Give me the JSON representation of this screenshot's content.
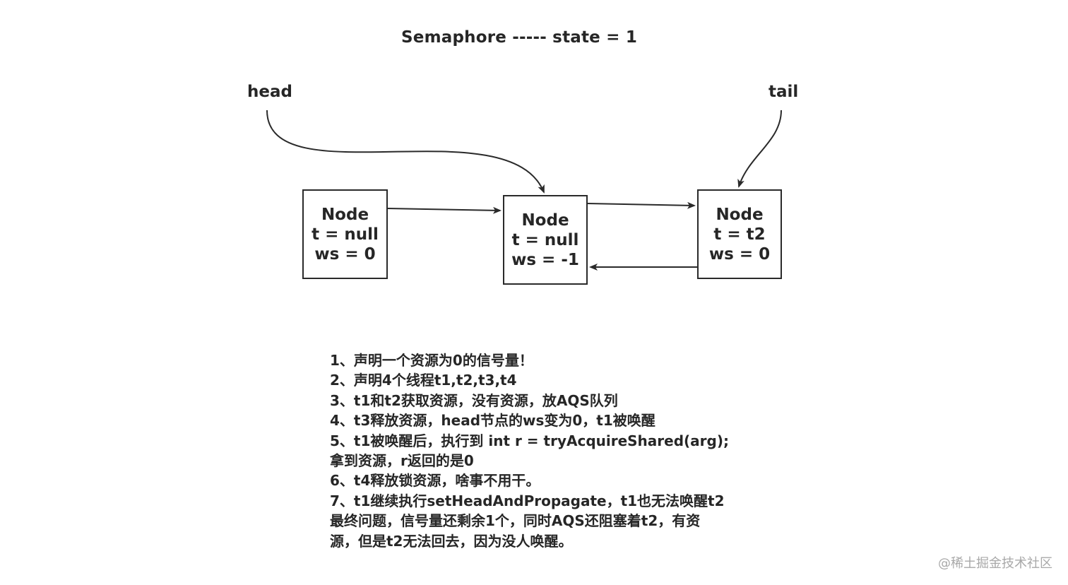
{
  "title": "Semaphore ----- state = 1",
  "pointers": {
    "head": "head",
    "tail": "tail"
  },
  "nodes": [
    {
      "label": "Node",
      "thread": "t = null",
      "ws": "ws = 0"
    },
    {
      "label": "Node",
      "thread": "t = null",
      "ws": "ws = -1"
    },
    {
      "label": "Node",
      "thread": "t = t2",
      "ws": "ws = 0"
    }
  ],
  "notes": [
    "1、声明一个资源为0的信号量！",
    "2、声明4个线程t1,t2,t3,t4",
    "3、t1和t2获取资源，没有资源，放AQS队列",
    "4、t3释放资源，head节点的ws变为0，t1被唤醒",
    "5、t1被唤醒后，执行到 int r = tryAcquireShared(arg);",
    "拿到资源，r返回的是0",
    "6、t4释放锁资源，啥事不用干。",
    "7、t1继续执行setHeadAndPropagate，t1也无法唤醒t2",
    "最终问题，信号量还剩余1个，同时AQS还阻塞着t2，有资",
    "源，但是t2无法回去，因为没人唤醒。"
  ],
  "watermark": "@稀土掘金技术社区",
  "colors": {
    "line": "#2a2a2a",
    "text": "#262626",
    "watermark": "#a8a8a8"
  }
}
